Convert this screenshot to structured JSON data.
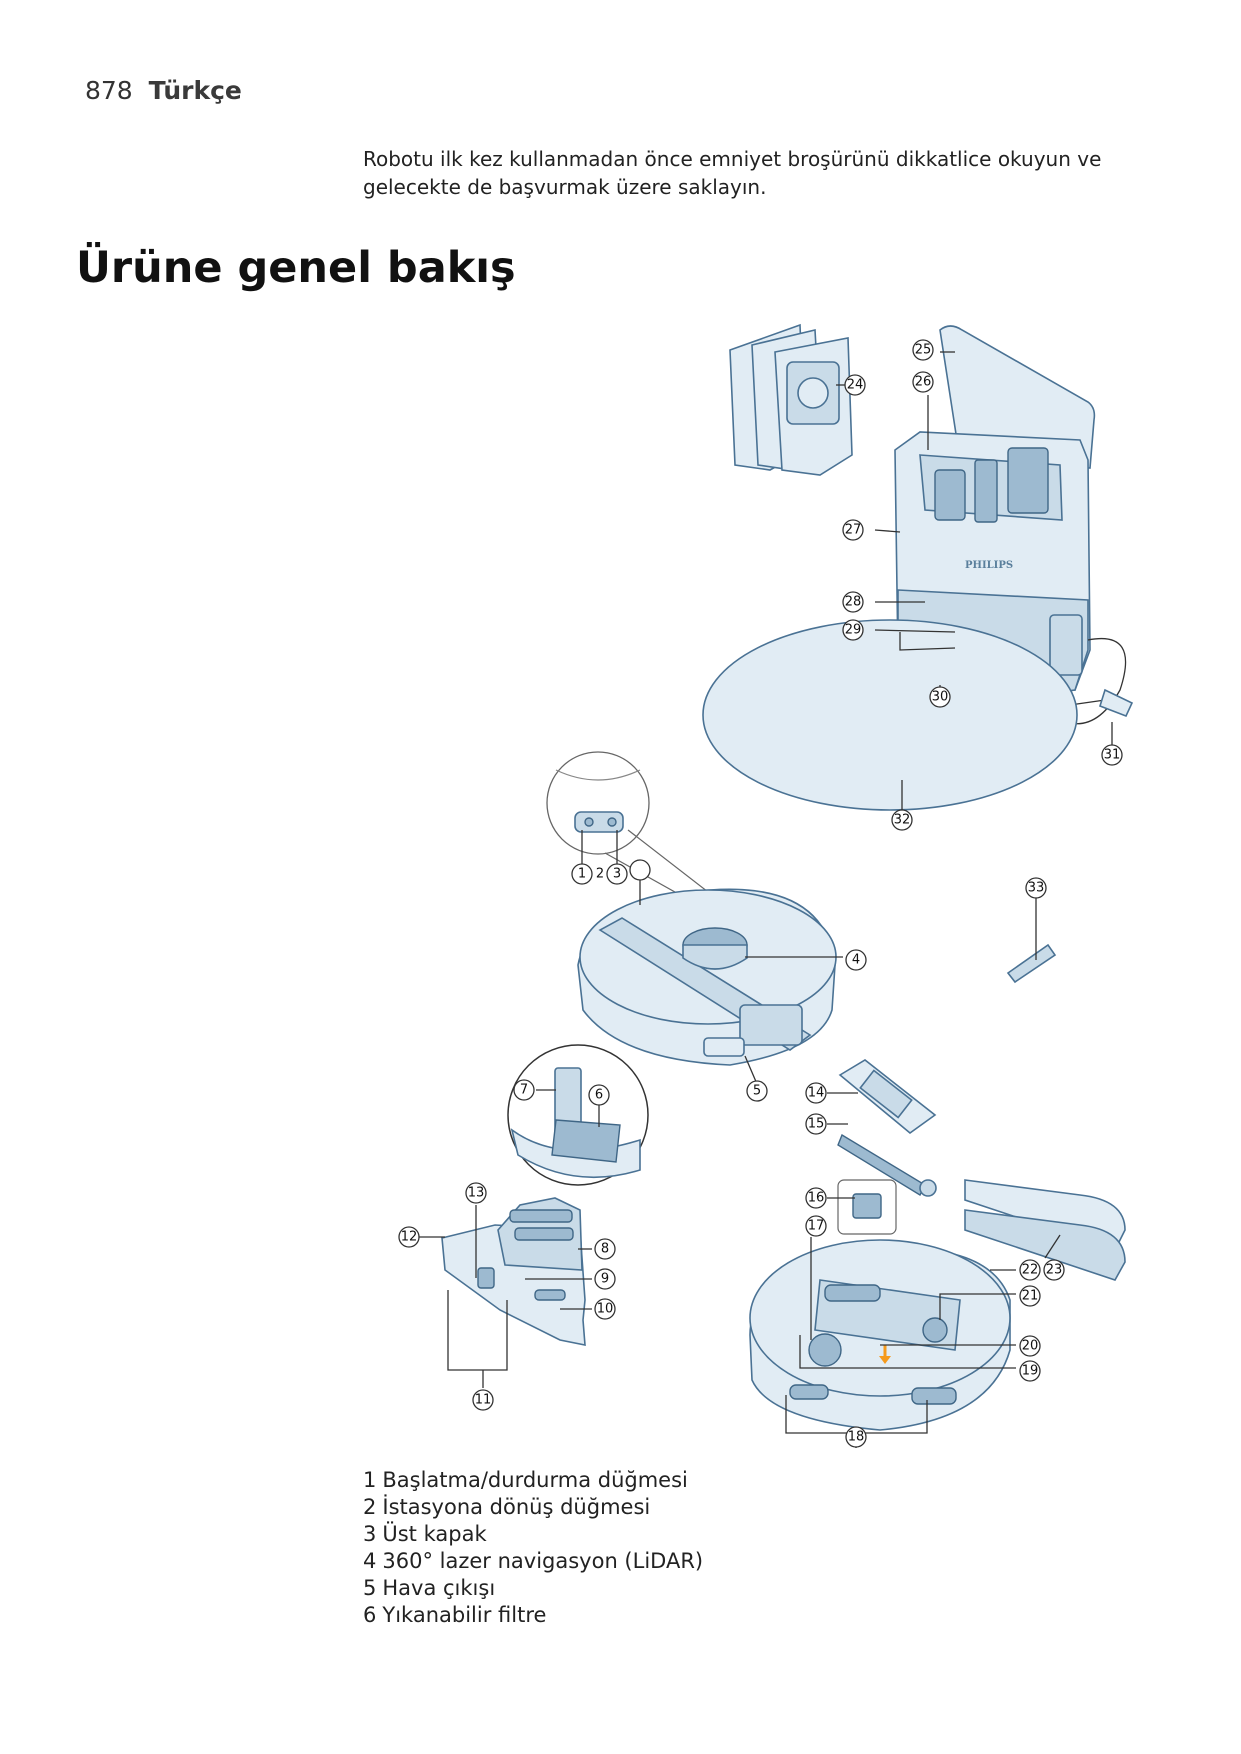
{
  "header": {
    "page_number": "878",
    "language": "Türkçe"
  },
  "intro": {
    "line1": "Robotu ilk kez kullanmadan önce emniyet broşürünü dikkatlice okuyun ve",
    "line2": "gelecekte de başvurmak üzere saklayın."
  },
  "title": "Ürüne genel bakış",
  "diagram": {
    "brand_logo": "PHILIPS",
    "callouts": [
      "1",
      "2",
      "3",
      "4",
      "5",
      "6",
      "7",
      "8",
      "9",
      "10",
      "11",
      "12",
      "13",
      "14",
      "15",
      "16",
      "17",
      "18",
      "19",
      "20",
      "21",
      "22",
      "23",
      "24",
      "25",
      "26",
      "27",
      "28",
      "29",
      "30",
      "31",
      "32",
      "33"
    ]
  },
  "legend": [
    {
      "num": "1",
      "text": "Başlatma/durdurma düğmesi"
    },
    {
      "num": "2",
      "text": "İstasyona dönüş düğmesi"
    },
    {
      "num": "3",
      "text": "Üst kapak"
    },
    {
      "num": "4",
      "text": "360° lazer navigasyon (LiDAR)"
    },
    {
      "num": "5",
      "text": "Hava çıkışı"
    },
    {
      "num": "6",
      "text": "Yıkanabilir filtre"
    }
  ]
}
